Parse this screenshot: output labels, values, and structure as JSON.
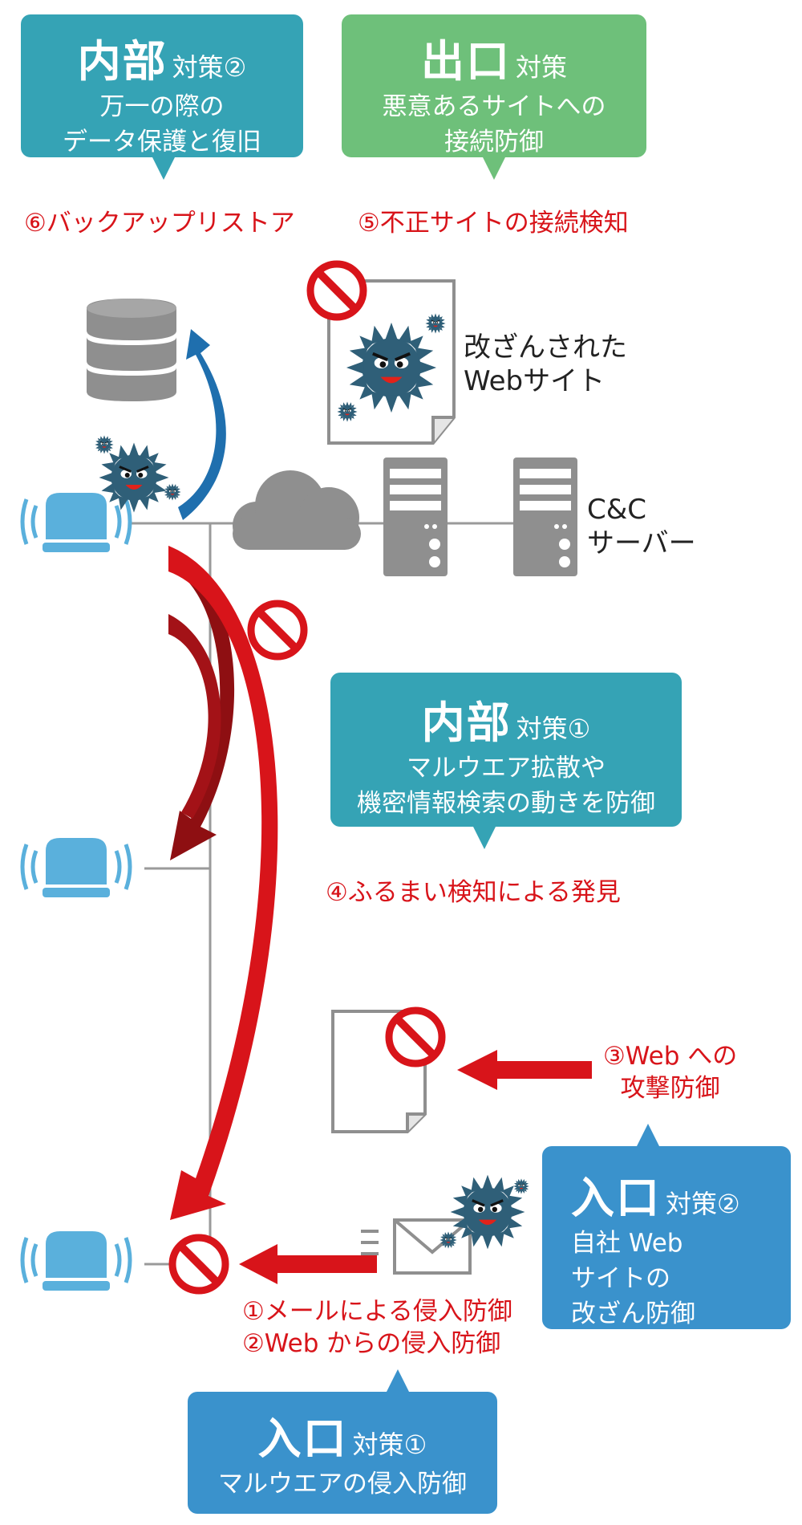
{
  "callouts": {
    "internal2": {
      "title": "内部",
      "sub": "対策②",
      "line1": "万一の際の",
      "line2": "データ保護と復旧"
    },
    "exit": {
      "title": "出口",
      "sub": "対策",
      "line1": "悪意あるサイトへの",
      "line2": "接続防御"
    },
    "internal1": {
      "title": "内部",
      "sub": "対策①",
      "line1": "マルウエア拡散や",
      "line2": "機密情報検索の動きを防御"
    },
    "entrance2": {
      "title": "入口",
      "sub": "対策②",
      "line1": "自社 Web",
      "line2": "サイトの",
      "line3": "改ざん防御"
    },
    "entrance1": {
      "title": "入口",
      "sub": "対策①",
      "line1": "マルウエアの侵入防御"
    }
  },
  "labels": {
    "backup": "⑥バックアップリストア",
    "detect": "⑤不正サイトの接続検知",
    "behavior": "④ふるまい検知による発見",
    "web_attack_1": "③Web への",
    "web_attack_2": "攻撃防御",
    "mail": "①メールによる侵入防御",
    "web_in": "②Web からの侵入防御",
    "tampered_1": "改ざんされた",
    "tampered_2": "Webサイト",
    "cc_1": "C&C",
    "cc_2": "サーバー"
  },
  "colors": {
    "teal": "#35a3b5",
    "green": "#6ec07a",
    "blue": "#3a92cc",
    "red": "#d8141a",
    "dark_red": "#8e0f12",
    "gray": "#8f8f8f",
    "virus": "#2f5f78",
    "pc_blue": "#5ab0dc"
  },
  "icons": [
    "database-icon",
    "virus-icon",
    "document-icon",
    "cloud-icon",
    "server-icon",
    "computer-icon",
    "mail-icon",
    "prohibited-icon"
  ]
}
